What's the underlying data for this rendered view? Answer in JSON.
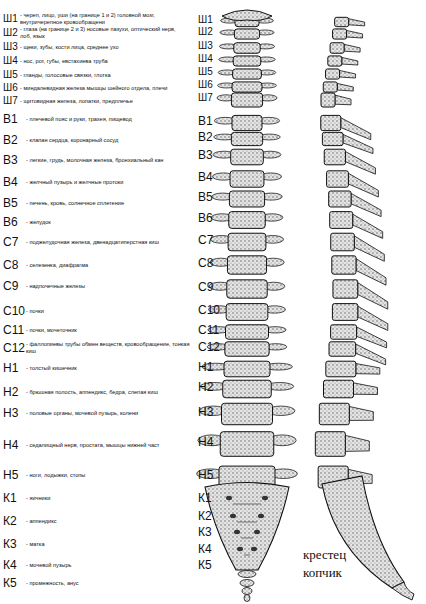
{
  "diagram": {
    "labels": [
      "Ш1",
      "- череп, лицо, уши (на границе 1 и 2) головной мозг, внутричерепное кровообращени",
      "Ш2",
      "- глаза (на границе 2 и 3) носовые пазухи, оптический нерв, лоб, язык",
      "Ш3",
      "- щеки, зубы, кости лица, среднее ухо",
      "Ш4",
      "- нос, рот, губы, евстахиева труба",
      "Ш5",
      "- гланды, голосовые связки, глотка",
      "Ш6",
      "- миндалевидная железа мышцы шейного отдела, плечи",
      "Ш7",
      "- щитовидная железа, лопатки, предплечье",
      "В1",
      "- плечевой пояс и руки, трахея, пищевод",
      "В2",
      "- клапан сердца, коронарный сосуд",
      "В3",
      "- легкие, грудь, молочная железа, бронхиальный кан",
      "В4",
      "- желчный пузырь и желчные протоки",
      "В5",
      "- печень, кровь, солнечное сплетение",
      "В6",
      "- желудок",
      "С7",
      "- поджелудочная железа, двенадцатиперстная киш",
      "С8",
      "- селезенка, диафрагма",
      "С9",
      "- надпочечные железы",
      "С10",
      "- почки",
      "С11",
      "- почки, мочеточник",
      "С12",
      "- фаллопиевы трубы обмен веществ, кровообращение, тонкая киш",
      "Н1",
      "- толстый кишечник",
      "Н2",
      "- брюшная полость, аппендикс, бедра, слепая киш",
      "Н3",
      "- половые органы, мочевой пузырь, колени",
      "Н4",
      "- седалищный нерв, простата, мышцы нижней част",
      "Н5",
      "- ноги, лодыжки, стопы",
      "К1",
      "- яичники",
      "К2",
      "- аппендикс",
      "К3",
      "- матка",
      "К4",
      "- мочевой пузырь",
      "К5",
      "- промежность, анус",
      "Ш1",
      "Ш2",
      "Ш3",
      "Ш4",
      "Ш5",
      "Ш6",
      "Ш7",
      "В1",
      "В2",
      "В3",
      "В4",
      "В5",
      "В6",
      "С7",
      "С8",
      "С9",
      "С10",
      "С11",
      "С12",
      "Н1",
      "Н2",
      "Н3",
      "Н4",
      "Н5",
      "К1",
      "К2",
      "К3",
      "К4",
      "К5",
      "крестец",
      "копчик"
    ]
  }
}
